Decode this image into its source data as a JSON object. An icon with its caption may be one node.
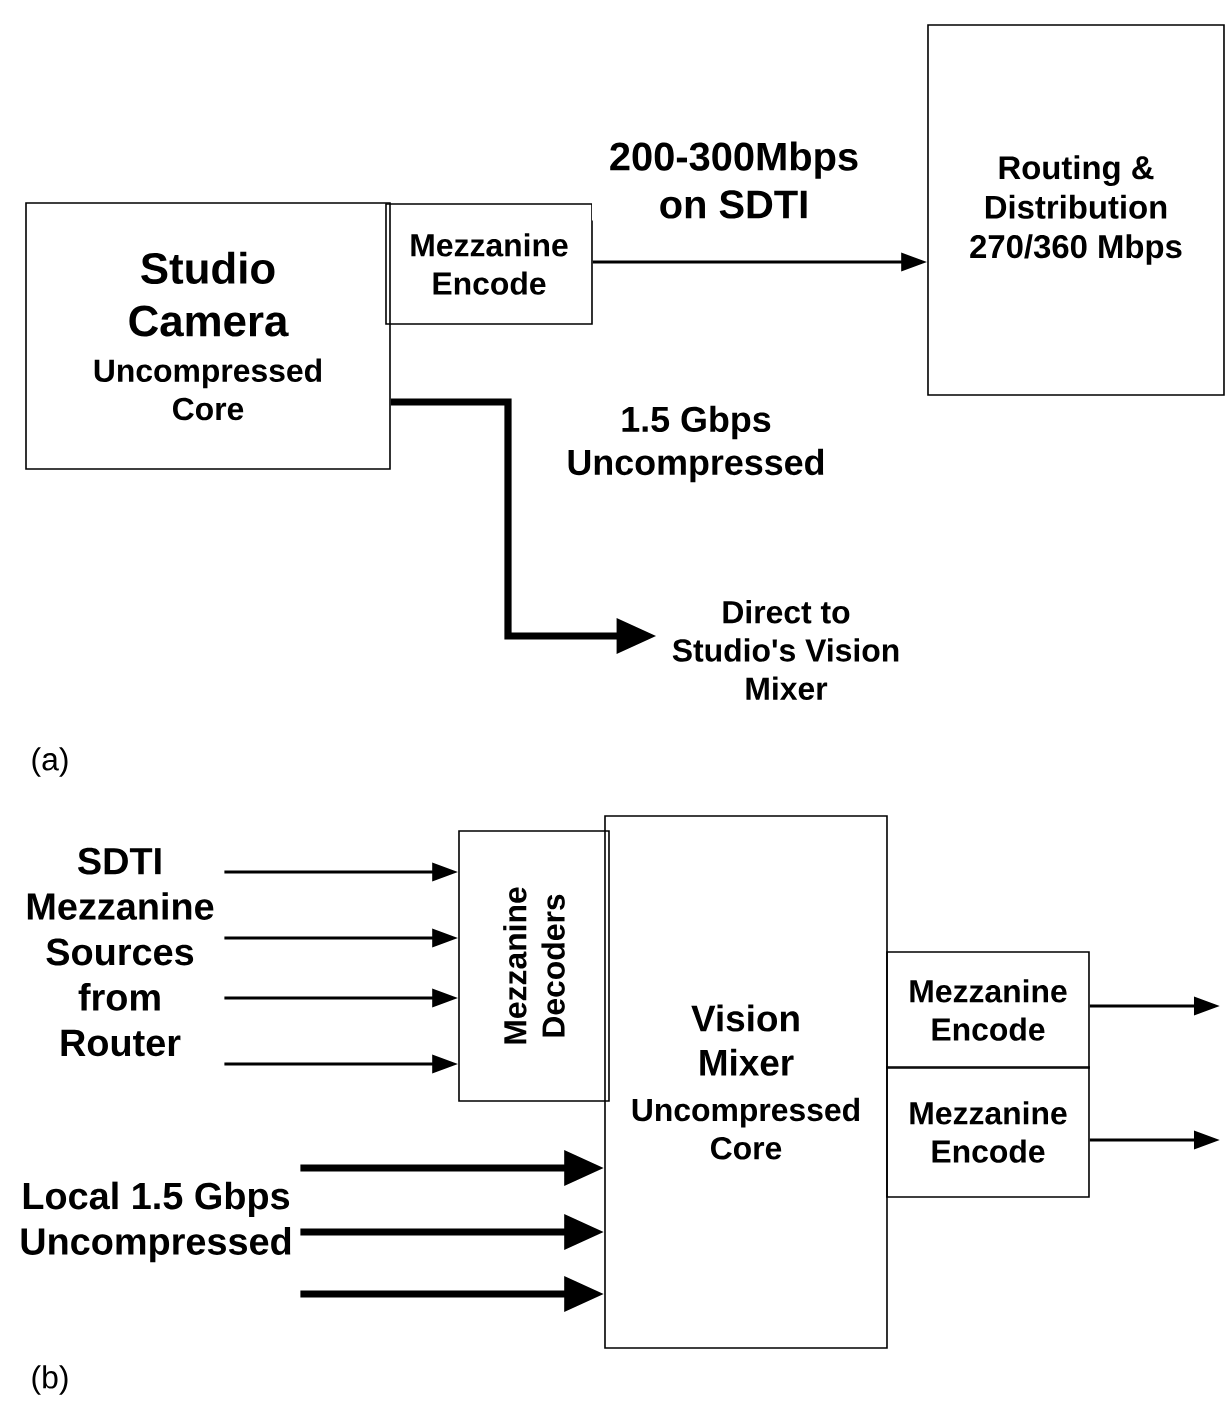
{
  "diagram": {
    "nodes": [
      {
        "text": [
          "Studio Camera",
          "Uncompressed Core"
        ]
      },
      {
        "text": [
          "Mezzanine Encode"
        ]
      },
      {
        "text": [
          "Routing & Distribution 270/360 Mbps"
        ]
      },
      {
        "text": [
          "Direct to Studio's Vision Mixer"
        ]
      },
      {
        "text": [
          "SDTI Mezzanine Sources from Router"
        ]
      },
      {
        "text": [
          "Mezzanine Decoders"
        ]
      },
      {
        "text": [
          "Vision Mixer",
          "Uncompressed Core"
        ]
      },
      {
        "text": [
          "Mezzanine Encode"
        ]
      },
      {
        "text": [
          "Mezzanine Encode"
        ]
      },
      {
        "text": [
          "Local 1.5 Gbps Uncompressed"
        ]
      }
    ],
    "edges": [
      {
        "from": 1,
        "to": 2,
        "arrow": "to",
        "label": "200-300Mbps on SDTI"
      },
      {
        "from": 0,
        "to": 3,
        "arrow": "to",
        "style": "thick",
        "label": "1.5 Gbps Uncompressed"
      },
      {
        "from": 4,
        "to": 5,
        "arrow": "to"
      },
      {
        "from": 4,
        "to": 5,
        "arrow": "to"
      },
      {
        "from": 4,
        "to": 5,
        "arrow": "to"
      },
      {
        "from": 4,
        "to": 5,
        "arrow": "to"
      },
      {
        "from": 9,
        "to": 6,
        "arrow": "to",
        "style": "thick"
      },
      {
        "from": 9,
        "to": 6,
        "arrow": "to",
        "style": "thick"
      },
      {
        "from": 9,
        "to": 6,
        "arrow": "to",
        "style": "thick"
      },
      {
        "from": 7,
        "to": null,
        "arrow": "to"
      },
      {
        "from": 8,
        "to": null,
        "arrow": "to"
      }
    ],
    "labels": [
      "(a)",
      "(b)"
    ]
  }
}
